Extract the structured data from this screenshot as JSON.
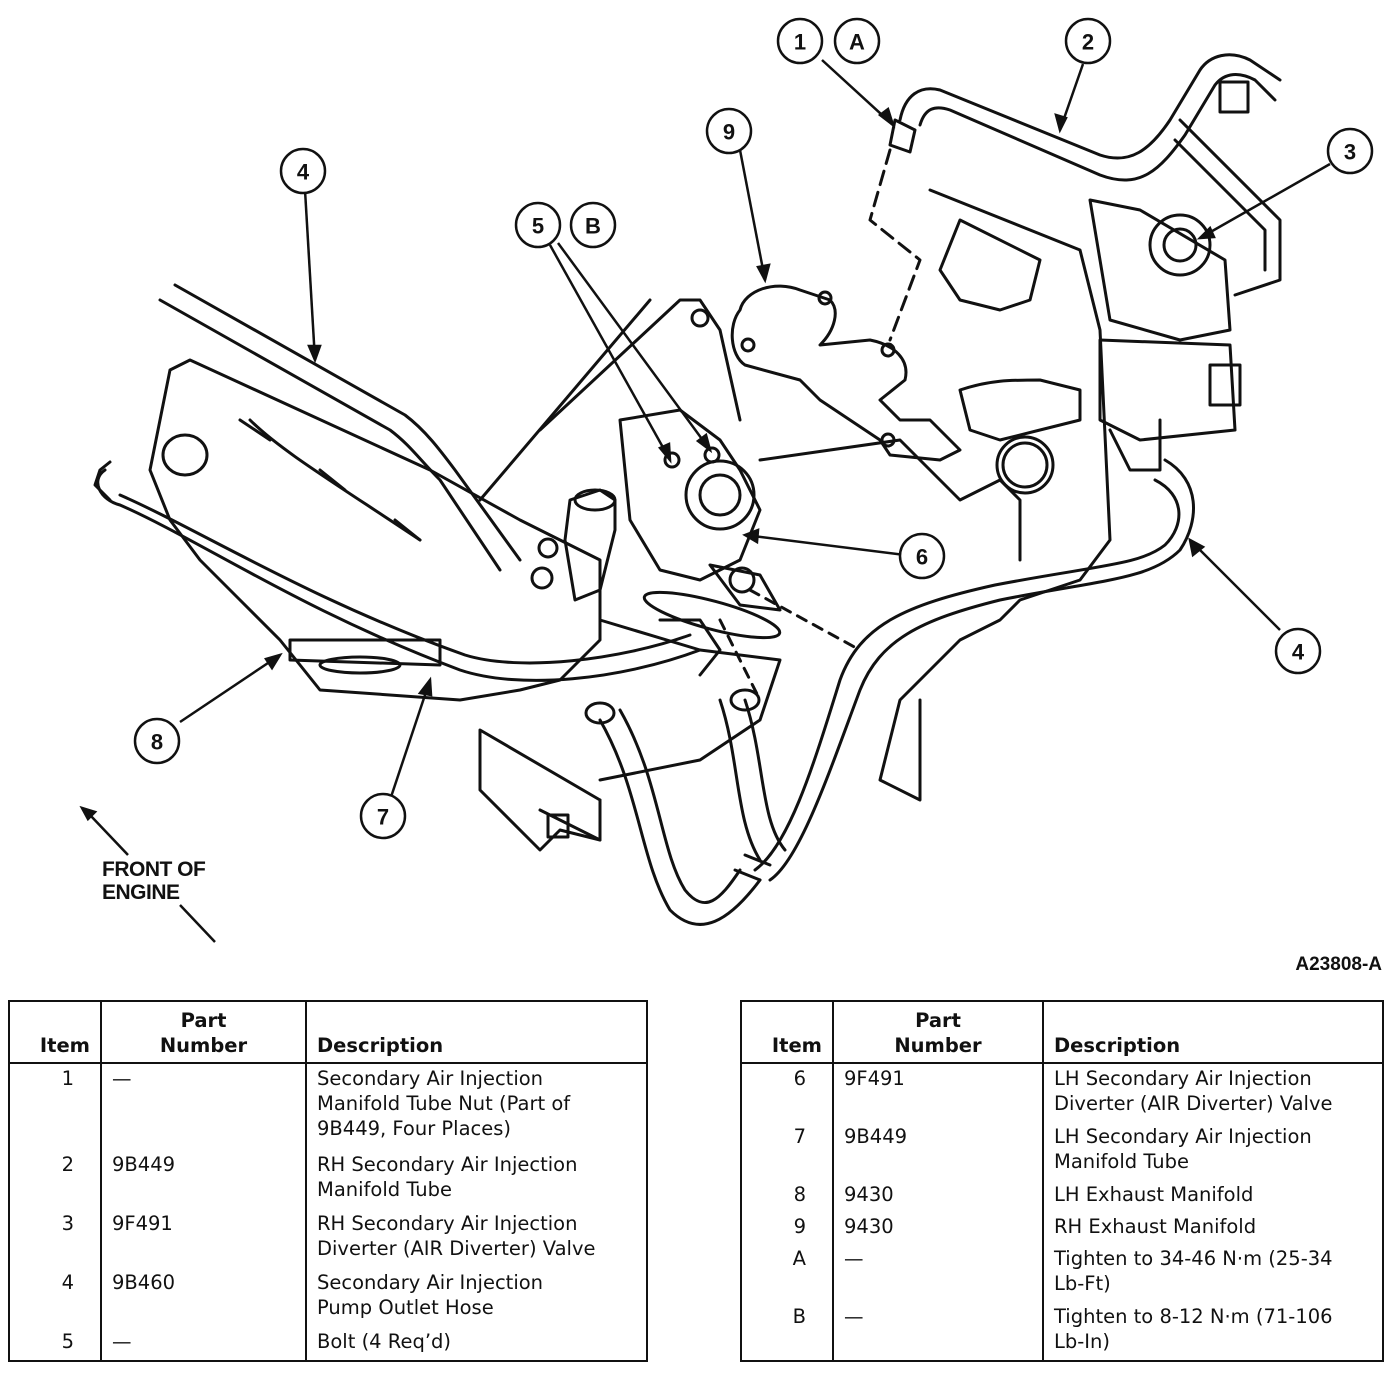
{
  "callouts": {
    "c1": "1",
    "cA": "A",
    "c2": "2",
    "c3": "3",
    "c4a": "4",
    "c4b": "4",
    "c5": "5",
    "cB": "B",
    "c6": "6",
    "c7": "7",
    "c8": "8",
    "c9": "9"
  },
  "front_label": {
    "line1": "FRONT OF",
    "line2": "ENGINE"
  },
  "figure_id": "A23808-A",
  "legend_headers": {
    "item": "Item",
    "part_line1": "Part",
    "part_line2": "Number",
    "description": "Description"
  },
  "legend_left": [
    {
      "item": "1",
      "part": "—",
      "desc": [
        "Secondary Air Injection",
        "Manifold Tube Nut (Part of",
        "9B449, Four Places)"
      ]
    },
    {
      "item": "2",
      "part": "9B449",
      "desc": [
        "RH Secondary Air Injection",
        "Manifold Tube"
      ]
    },
    {
      "item": "3",
      "part": "9F491",
      "desc": [
        "RH Secondary Air Injection",
        "Diverter (AIR Diverter) Valve"
      ]
    },
    {
      "item": "4",
      "part": "9B460",
      "desc": [
        "Secondary Air Injection",
        "Pump Outlet Hose"
      ]
    },
    {
      "item": "5",
      "part": "—",
      "desc": [
        "Bolt (4 Req’d)"
      ]
    }
  ],
  "legend_right": [
    {
      "item": "6",
      "part": "9F491",
      "desc": [
        "LH Secondary Air Injection",
        "Diverter (AIR Diverter) Valve"
      ]
    },
    {
      "item": "7",
      "part": "9B449",
      "desc": [
        "LH Secondary Air Injection",
        "Manifold Tube"
      ]
    },
    {
      "item": "8",
      "part": "9430",
      "desc": [
        "LH Exhaust Manifold"
      ]
    },
    {
      "item": "9",
      "part": "9430",
      "desc": [
        "RH Exhaust Manifold"
      ]
    },
    {
      "item": "A",
      "part": "—",
      "desc": [
        "Tighten to 34-46 N·m (25-34",
        "Lb-Ft)"
      ]
    },
    {
      "item": "B",
      "part": "—",
      "desc": [
        "Tighten to 8-12 N·m (71-106",
        "Lb-In)"
      ]
    }
  ]
}
